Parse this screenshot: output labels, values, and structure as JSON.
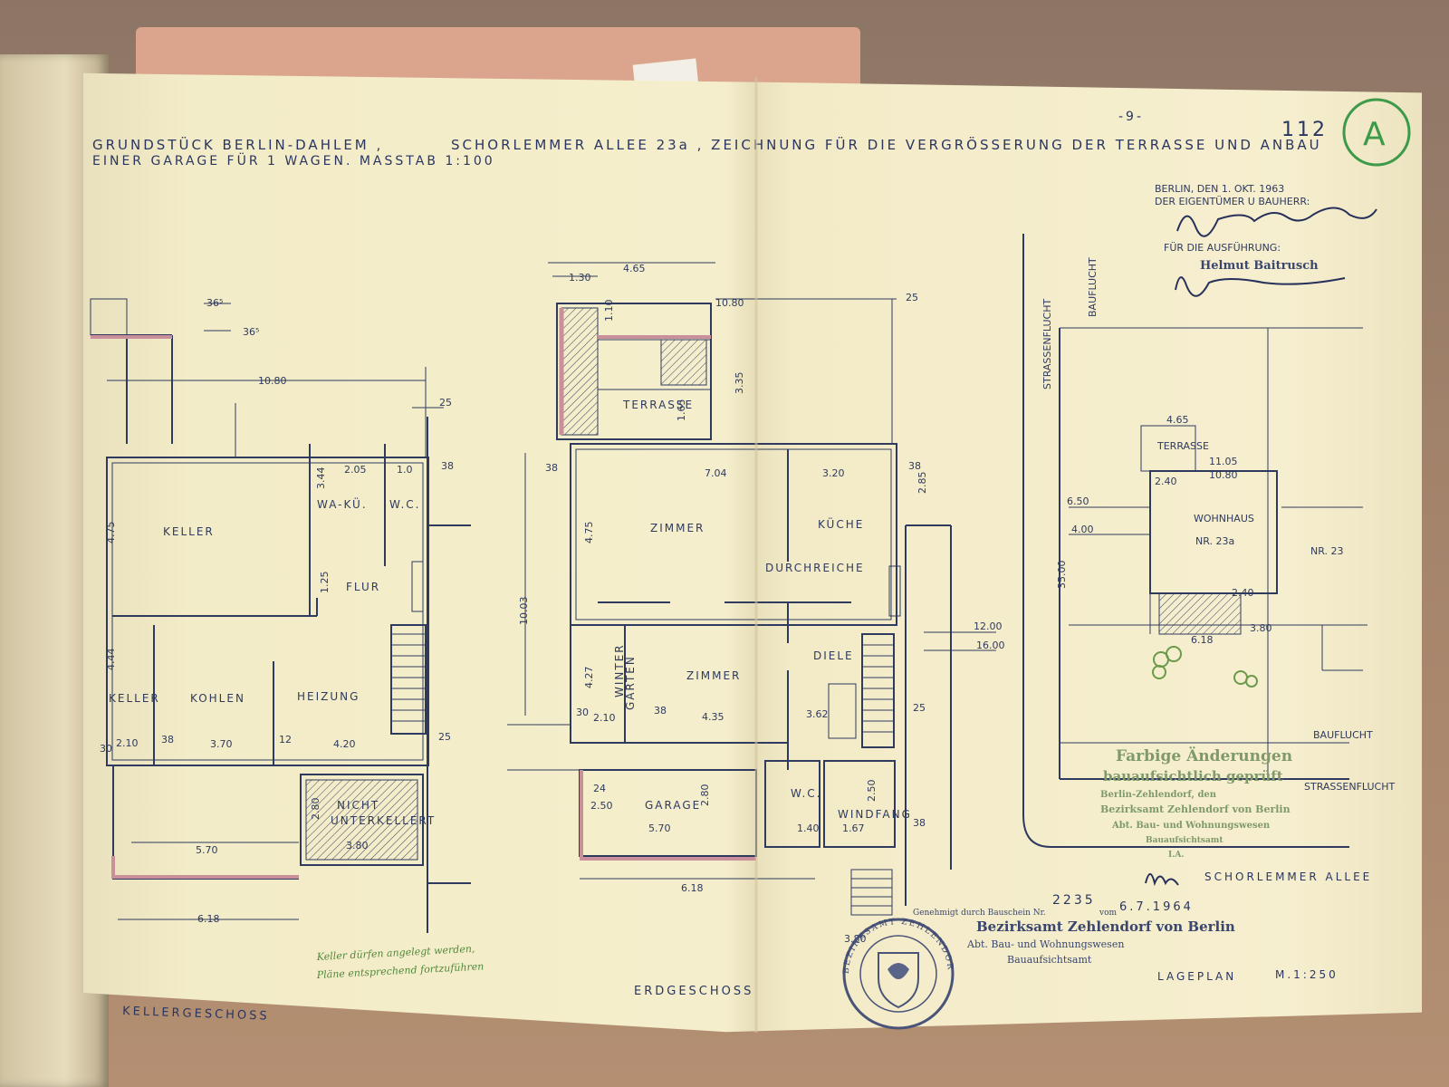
{
  "header": {
    "line1a": "GRUNDSTÜCK  BERLIN-DAHLEM ,",
    "line1b": "SCHORLEMMER ALLEE  23a , ZEICHNUNG FÜR DIE VERGRÖSSERUNG DER TERRASSE UND ANBAU",
    "line2": "EINER GARAGE FÜR  1  WAGEN.   MASSTAB  1:100",
    "page": "-9-",
    "corner": "112",
    "corner_circle": "A"
  },
  "signature_block": {
    "date": "BERLIN, DEN 1. OKT. 1963",
    "owner": "DER EIGENTÜMER U BAUHERR:",
    "exec": "FÜR  DIE  AUSFÜHRUNG:",
    "company": "Helmut Baitrusch"
  },
  "plans": {
    "keller": {
      "title": "KELLERGESCHOSS",
      "rooms": [
        "KELLER",
        "WA-KÜ.",
        "W.C.",
        "FLUR",
        "KELLER",
        "KOHLEN",
        "HEIZUNG",
        "NICHT",
        "UNTERKELLERT"
      ],
      "dims": [
        "10.80",
        "36⁵",
        "36⁵",
        "25",
        "38",
        "2.05",
        "1.0",
        "3.44",
        "4.75",
        "1.25",
        "4.44",
        "2.10",
        "3.70",
        "4.20",
        "12",
        "38",
        "25",
        "2.80",
        "3.80",
        "5.70",
        "6.18",
        "30"
      ]
    },
    "erd": {
      "title": "ERDGESCHOSS",
      "rooms": [
        "TERRASSE",
        "ZIMMER",
        "KÜCHE",
        "DURCHREICHE",
        "ZIMMER",
        "DIELE",
        "WINTER",
        "GARTEN",
        "GARAGE",
        "W.C.",
        "WINDFANG"
      ],
      "dims": [
        "4.65",
        "1.30",
        "10.80",
        "1.10",
        "3.35",
        "1.65",
        "25",
        "38",
        "7.04",
        "3.20",
        "2.85",
        "38",
        "4.75",
        "10.03",
        "4.27",
        "30",
        "2.10",
        "38",
        "4.35",
        "3.62",
        "25",
        "2.80",
        "2.50",
        "5.70",
        "1.40",
        "1.67",
        "2.50",
        "38",
        "6.18",
        "3.80",
        "24"
      ]
    },
    "lage": {
      "title": "LAGEPLAN",
      "scale": "M.1:250",
      "labels": [
        "STRASSENFLUCHT",
        "BAUFLUCHT",
        "TERRASSE",
        "WOHNHAUS",
        "NR. 23a",
        "NR. 23",
        "BAUFLUCHT",
        "STRASSENFLUCHT"
      ],
      "dims": [
        "4.65",
        "11.05",
        "10.80",
        "6.50",
        "4.00",
        "35.00",
        "12.00",
        "16.00",
        "2.40",
        "2.40",
        "3.80",
        "6.18"
      ]
    }
  },
  "stamps": {
    "green_title1": "Farbige Änderungen",
    "green_title2": "bauaufsichtlich geprüft",
    "green_line3": "Berlin-Zehlendorf, den",
    "green_line4": "Bezirksamt Zehlendorf von Berlin",
    "green_line5": "Abt. Bau- und Wohnungswesen",
    "green_line6": "Bauaufsichtsamt",
    "green_line7": "I.A.",
    "approved": "Genehmigt durch Bauschein Nr.",
    "approved_no": "2235",
    "approved_vom": "vom",
    "approved_date": "6.7.1964",
    "office1": "Bezirksamt Zehlendorf von Berlin",
    "office2": "Abt. Bau- und Wohnungswesen",
    "office3": "Bauaufsichtsamt",
    "seal_text": "BEZIRKSAMT ZEHLENDORF · BERLIN",
    "street": "SCHORLEMMER ALLEE",
    "note1": "Keller dürfen angelegt werden,",
    "note2": "Pläne entsprechend fortzuführen"
  }
}
